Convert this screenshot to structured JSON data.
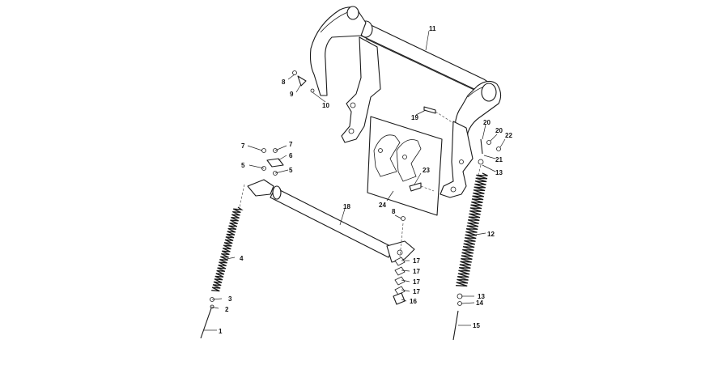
{
  "diagram": {
    "callouts": [
      {
        "id": "c1",
        "text": "1"
      },
      {
        "id": "c2",
        "text": "2"
      },
      {
        "id": "c3",
        "text": "3"
      },
      {
        "id": "c4",
        "text": "4"
      },
      {
        "id": "c5a",
        "text": "5"
      },
      {
        "id": "c5b",
        "text": "5"
      },
      {
        "id": "c6",
        "text": "6"
      },
      {
        "id": "c7a",
        "text": "7"
      },
      {
        "id": "c7b",
        "text": "7"
      },
      {
        "id": "c8a",
        "text": "8"
      },
      {
        "id": "c8b",
        "text": "8"
      },
      {
        "id": "c9",
        "text": "9"
      },
      {
        "id": "c10",
        "text": "10"
      },
      {
        "id": "c11",
        "text": "11"
      },
      {
        "id": "c12",
        "text": "12"
      },
      {
        "id": "c13a",
        "text": "13"
      },
      {
        "id": "c13b",
        "text": "13"
      },
      {
        "id": "c14",
        "text": "14"
      },
      {
        "id": "c15",
        "text": "15"
      },
      {
        "id": "c16",
        "text": "16"
      },
      {
        "id": "c17a",
        "text": "17"
      },
      {
        "id": "c17b",
        "text": "17"
      },
      {
        "id": "c17c",
        "text": "17"
      },
      {
        "id": "c17d",
        "text": "17"
      },
      {
        "id": "c18",
        "text": "18"
      },
      {
        "id": "c19",
        "text": "19"
      },
      {
        "id": "c20a",
        "text": "20"
      },
      {
        "id": "c20b",
        "text": "20"
      },
      {
        "id": "c21",
        "text": "21"
      },
      {
        "id": "c22",
        "text": "22"
      },
      {
        "id": "c23",
        "text": "23"
      },
      {
        "id": "c24",
        "text": "24"
      }
    ]
  }
}
